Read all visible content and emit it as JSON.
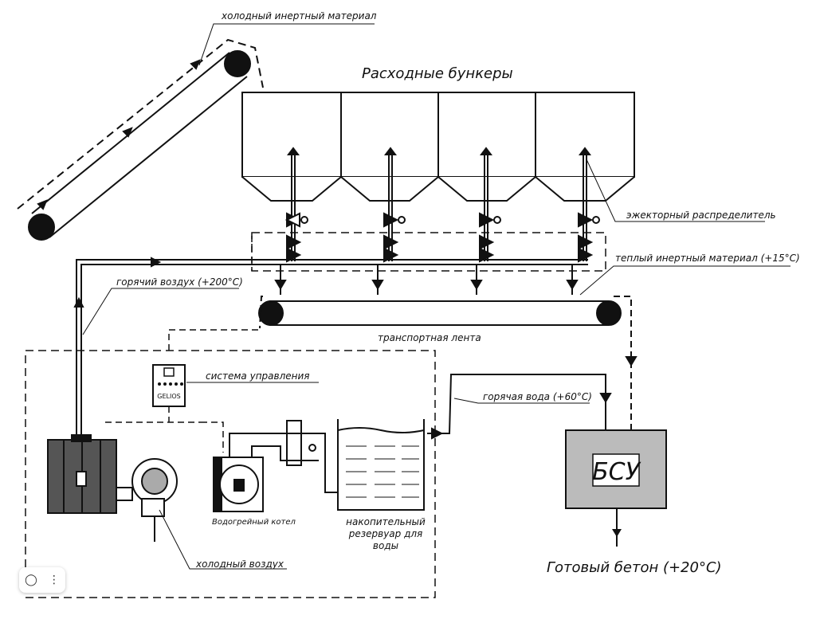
{
  "labels": {
    "cold_inert": "холодный инертный материал",
    "hoppers": "Расходные бункеры",
    "ejector": "эжекторный распределитель",
    "warm_inert": "теплый инертный материал (+15°С)",
    "hot_air": "горячий воздух (+200°С)",
    "belt": "транспортная лента",
    "control": "система управления",
    "gelios": "GELIOS",
    "hot_water": "горячая вода (+60°С)",
    "bsu": "БСУ",
    "boiler": "Водогрейный котел",
    "tank": "накопительный резервуар для воды",
    "cold_air": "холодный воздух",
    "concrete": "Готовый бетон (+20°С)"
  },
  "toolbar": {
    "camera_icon": "camera-icon",
    "more_icon": "more-vertical-icon"
  }
}
